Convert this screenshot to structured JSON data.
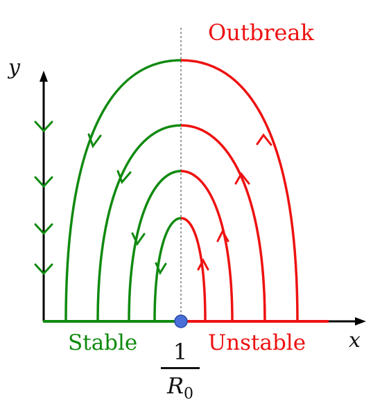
{
  "labels": {
    "top": "Outbreak",
    "left": "Stable",
    "right": "Unstable",
    "y_axis": "y",
    "x_axis": "x",
    "threshold_numerator": "1",
    "threshold_denominator": "R",
    "threshold_subscript": "0"
  },
  "colors": {
    "stable": "#108a10",
    "unstable": "#ee1111",
    "axis": "#000000",
    "equilibrium_point": "#4a6fd8"
  },
  "trajectories": [
    {
      "name": "orbit-1",
      "rise": "unstable",
      "fall": "stable"
    },
    {
      "name": "orbit-2",
      "rise": "unstable",
      "fall": "stable"
    },
    {
      "name": "orbit-3",
      "rise": "unstable",
      "fall": "stable"
    },
    {
      "name": "orbit-4",
      "rise": "unstable",
      "fall": "stable"
    }
  ],
  "y_axis_flow": "down",
  "x_axis_segments": [
    "stable",
    "unstable"
  ]
}
